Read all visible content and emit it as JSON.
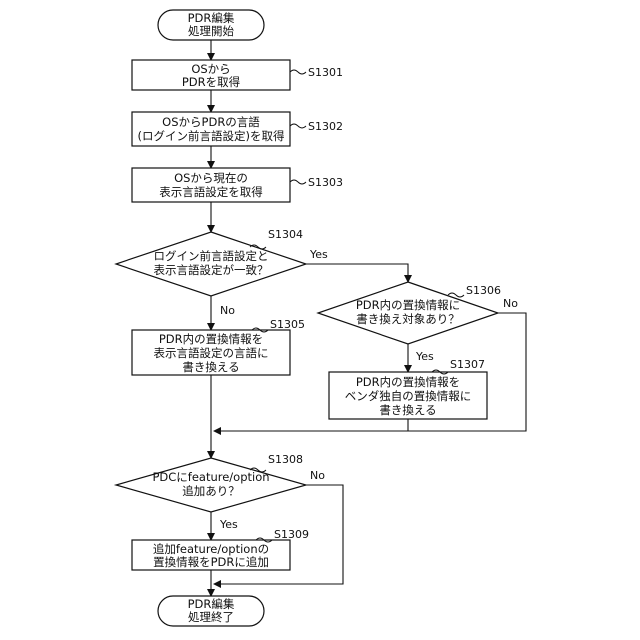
{
  "nodes": {
    "start": [
      "PDR編集",
      "処理開始"
    ],
    "s1301": [
      "OSから",
      "PDRを取得"
    ],
    "s1302": [
      "OSからPDRの言語",
      "(ログイン前言語設定)を取得"
    ],
    "s1303": [
      "OSから現在の",
      "表示言語設定を取得"
    ],
    "s1304": [
      "ログイン前言語設定と",
      "表示言語設定が一致？"
    ],
    "s1305": [
      "PDR内の置換情報を",
      "表示言語設定の言語に",
      "書き換える"
    ],
    "s1306": [
      "PDR内の置換情報に",
      "書き換え対象あり？"
    ],
    "s1307": [
      "PDR内の置換情報を",
      "ベンダ独自の置換情報に",
      "書き換える"
    ],
    "s1308": [
      "PDCにfeature/option",
      "追加あり？"
    ],
    "s1309": [
      "追加feature/optionの",
      "置換情報をPDRに追加"
    ],
    "end": [
      "PDR編集",
      "処理終了"
    ]
  },
  "step_labels": {
    "s1301": "S1301",
    "s1302": "S1302",
    "s1303": "S1303",
    "s1304": "S1304",
    "s1305": "S1305",
    "s1306": "S1306",
    "s1307": "S1307",
    "s1308": "S1308",
    "s1309": "S1309"
  },
  "edge_labels": {
    "s1304_yes": "Yes",
    "s1304_no": "No",
    "s1306_yes": "Yes",
    "s1306_no": "No",
    "s1308_yes": "Yes",
    "s1308_no": "No"
  }
}
